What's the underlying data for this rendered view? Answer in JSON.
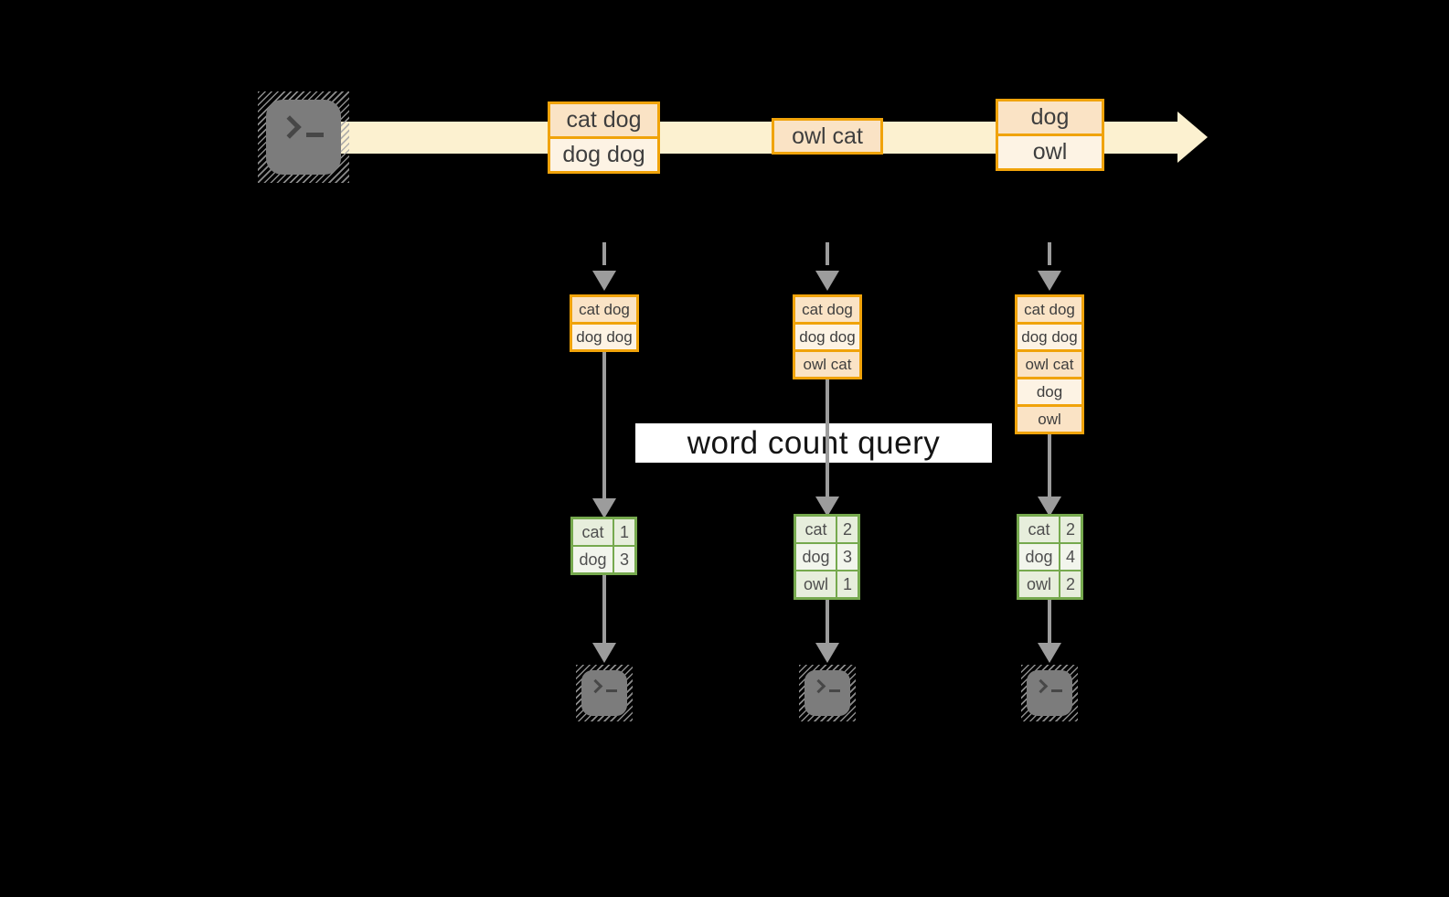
{
  "stream": {
    "boxes": [
      [
        "cat dog",
        "dog dog"
      ],
      [
        "owl cat"
      ],
      [
        "dog",
        "owl"
      ]
    ]
  },
  "query": {
    "label": "word count query"
  },
  "columns": [
    {
      "stack": [
        "cat dog",
        "dog dog"
      ],
      "table": [
        {
          "word": "cat",
          "count": "1"
        },
        {
          "word": "dog",
          "count": "3"
        }
      ]
    },
    {
      "stack": [
        "cat dog",
        "dog dog",
        "owl cat"
      ],
      "table": [
        {
          "word": "cat",
          "count": "2"
        },
        {
          "word": "dog",
          "count": "3"
        },
        {
          "word": "owl",
          "count": "1"
        }
      ]
    },
    {
      "stack": [
        "cat dog",
        "dog dog",
        "owl cat",
        "dog",
        "owl"
      ],
      "table": [
        {
          "word": "cat",
          "count": "2"
        },
        {
          "word": "dog",
          "count": "4"
        },
        {
          "word": "owl",
          "count": "2"
        }
      ]
    }
  ],
  "icons": {
    "source": "terminal-prompt",
    "sinks": [
      "terminal-prompt",
      "terminal-prompt",
      "terminal-prompt"
    ]
  },
  "colors": {
    "background": "#000000",
    "stream_cream": "#FCF1D0",
    "event_border_gold": "#F0A30A",
    "event_fill_dark": "#FAE3C5",
    "event_fill_light": "#FDF3E4",
    "table_border_green": "#76A94E",
    "table_fill_dark": "#E7EEDC",
    "table_fill_light": "#F2F5EC",
    "connector_gray": "#9C9C9C",
    "terminal_gray": "#7C7C7C",
    "banner_bg": "#FFFFFF"
  }
}
